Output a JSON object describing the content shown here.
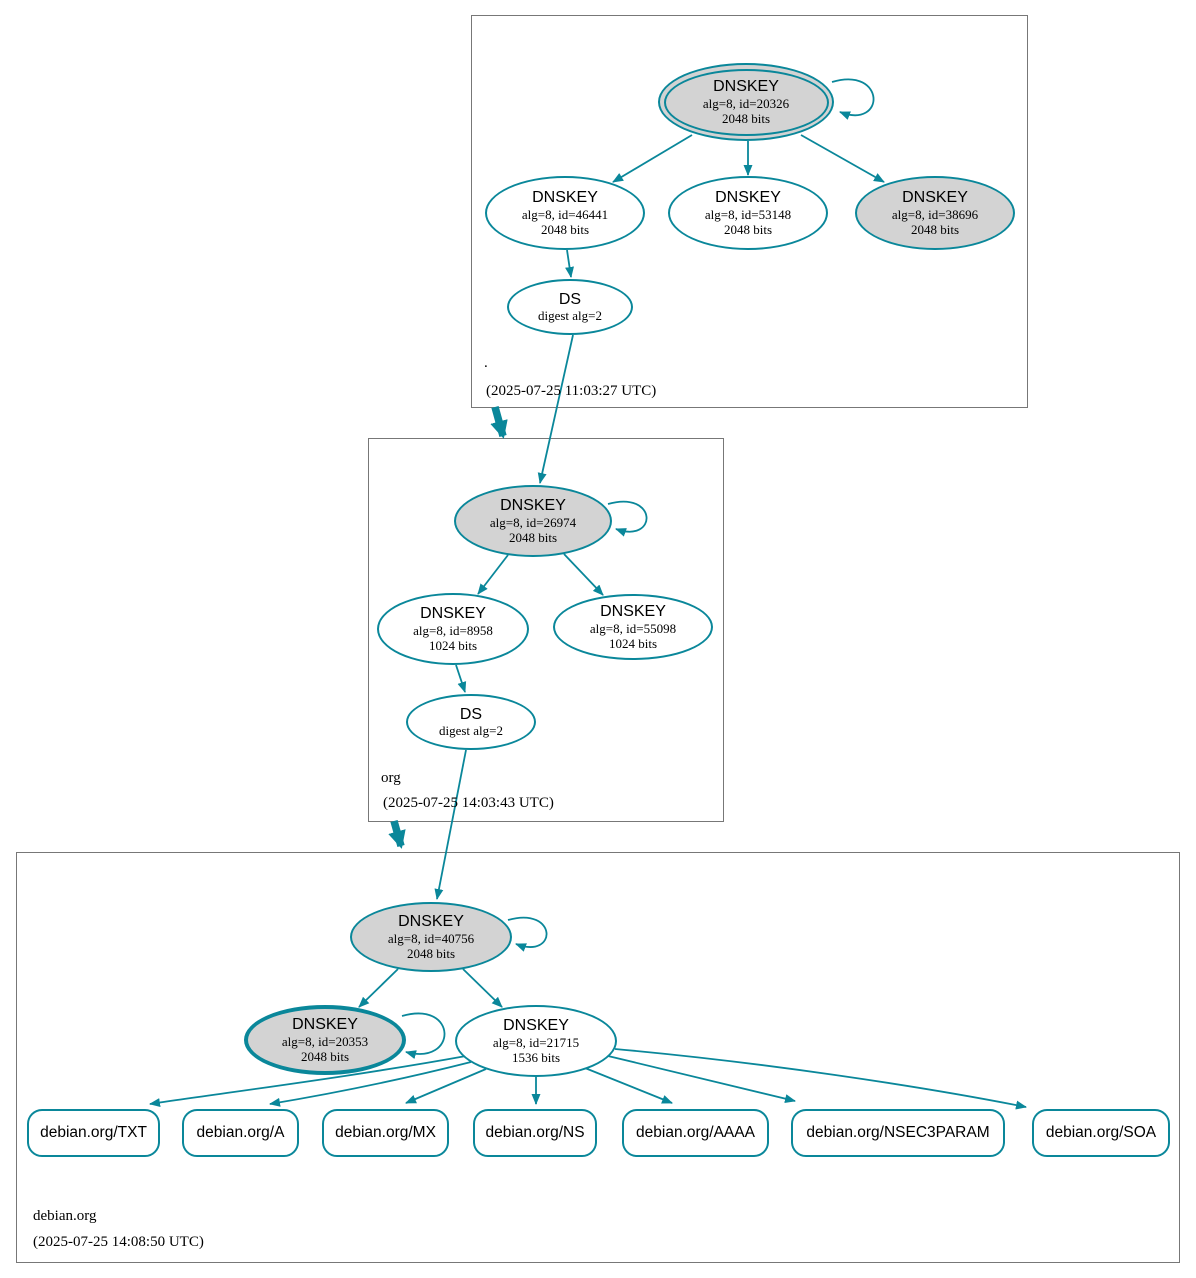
{
  "colors": {
    "teal": "#0a879a",
    "keyfill": "#d3d3d3",
    "boxborder": "#777777"
  },
  "zones": {
    "root": {
      "label": ".",
      "timestamp": "(2025-07-25 11:03:27 UTC)"
    },
    "org": {
      "label": "org",
      "timestamp": "(2025-07-25 14:03:43 UTC)"
    },
    "debian": {
      "label": "debian.org",
      "timestamp": "(2025-07-25 14:08:50 UTC)"
    }
  },
  "nodes": {
    "root_ksk_20326": {
      "title": "DNSKEY",
      "detail1": "alg=8, id=20326",
      "detail2": "2048 bits"
    },
    "root_zsk_46441": {
      "title": "DNSKEY",
      "detail1": "alg=8, id=46441",
      "detail2": "2048 bits"
    },
    "root_key_53148": {
      "title": "DNSKEY",
      "detail1": "alg=8, id=53148",
      "detail2": "2048 bits"
    },
    "root_key_38696": {
      "title": "DNSKEY",
      "detail1": "alg=8, id=38696",
      "detail2": "2048 bits"
    },
    "root_ds": {
      "title": "DS",
      "detail1": "digest alg=2"
    },
    "org_ksk_26974": {
      "title": "DNSKEY",
      "detail1": "alg=8, id=26974",
      "detail2": "2048 bits"
    },
    "org_zsk_8958": {
      "title": "DNSKEY",
      "detail1": "alg=8, id=8958",
      "detail2": "1024 bits"
    },
    "org_key_55098": {
      "title": "DNSKEY",
      "detail1": "alg=8, id=55098",
      "detail2": "1024 bits"
    },
    "org_ds": {
      "title": "DS",
      "detail1": "digest alg=2"
    },
    "debian_ksk_40756": {
      "title": "DNSKEY",
      "detail1": "alg=8, id=40756",
      "detail2": "2048 bits"
    },
    "debian_key_20353": {
      "title": "DNSKEY",
      "detail1": "alg=8, id=20353",
      "detail2": "2048 bits"
    },
    "debian_zsk_21715": {
      "title": "DNSKEY",
      "detail1": "alg=8, id=21715",
      "detail2": "1536 bits"
    }
  },
  "rrsets": [
    {
      "label": "debian.org/TXT"
    },
    {
      "label": "debian.org/A"
    },
    {
      "label": "debian.org/MX"
    },
    {
      "label": "debian.org/NS"
    },
    {
      "label": "debian.org/AAAA"
    },
    {
      "label": "debian.org/NSEC3PARAM"
    },
    {
      "label": "debian.org/SOA"
    }
  ]
}
